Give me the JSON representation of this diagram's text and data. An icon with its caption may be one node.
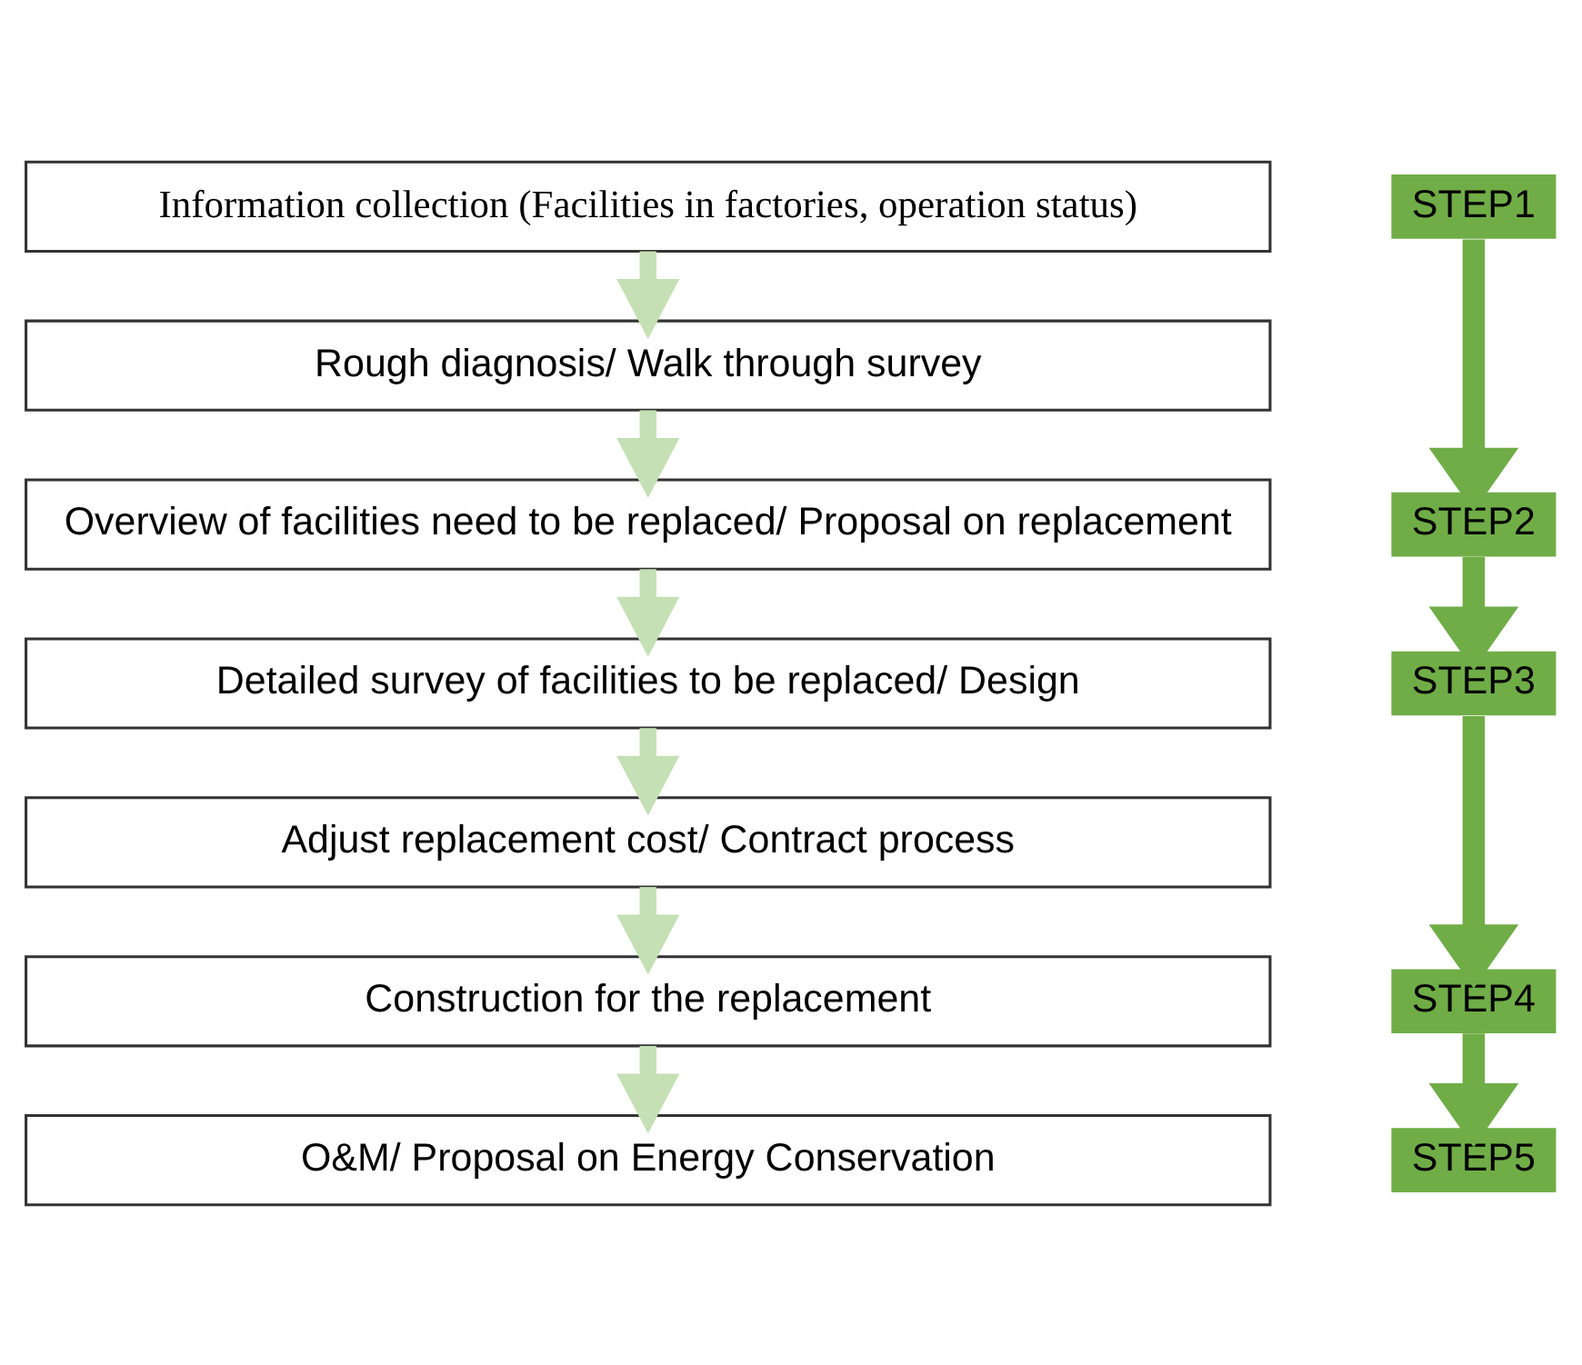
{
  "diagram": {
    "nodes": [
      {
        "text": [
          "Information collection (Facilities in factories, operation status)"
        ]
      },
      {
        "text": [
          "Rough diagnosis/ Walk through survey"
        ]
      },
      {
        "text": [
          "Overview of facilities need to be replaced/ Proposal on replacement"
        ]
      },
      {
        "text": [
          "Detailed survey of facilities to be replaced/ Design"
        ]
      },
      {
        "text": [
          "Adjust replacement cost/ Contract process"
        ]
      },
      {
        "text": [
          "Construction for the replacement"
        ]
      },
      {
        "text": [
          "O&M/ Proposal on Energy Conservation"
        ]
      }
    ],
    "edges": [
      {
        "from": 0,
        "to": 1,
        "arrow": "to"
      },
      {
        "from": 1,
        "to": 2,
        "arrow": "to"
      },
      {
        "from": 2,
        "to": 3,
        "arrow": "to"
      },
      {
        "from": 3,
        "to": 4,
        "arrow": "to"
      },
      {
        "from": 4,
        "to": 5,
        "arrow": "to"
      },
      {
        "from": 5,
        "to": 6,
        "arrow": "to"
      }
    ],
    "labels": [
      "STEP1",
      "STEP2",
      "STEP3",
      "STEP4",
      "STEP5"
    ]
  }
}
